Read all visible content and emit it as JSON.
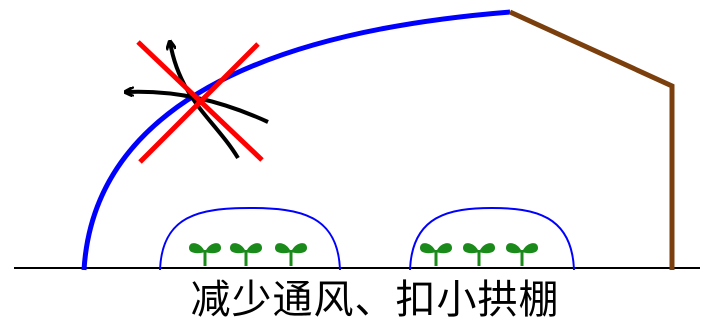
{
  "caption": "减少通风、扣小拱棚",
  "colors": {
    "ground": "#000000",
    "greenhouse_film": "#0000ff",
    "greenhouse_frame": "#7a3f0c",
    "small_tunnel": "#0000ff",
    "wind_arrow": "#000000",
    "cross_mark": "#ff0000",
    "seedling": "#1a8a1a"
  },
  "icons": {
    "wind": "wind-arrows-icon",
    "forbidden": "red-x-icon",
    "plant": "seedling-icon"
  },
  "small_tunnels": [
    {
      "seedlings": 3
    },
    {
      "seedlings": 3
    }
  ]
}
